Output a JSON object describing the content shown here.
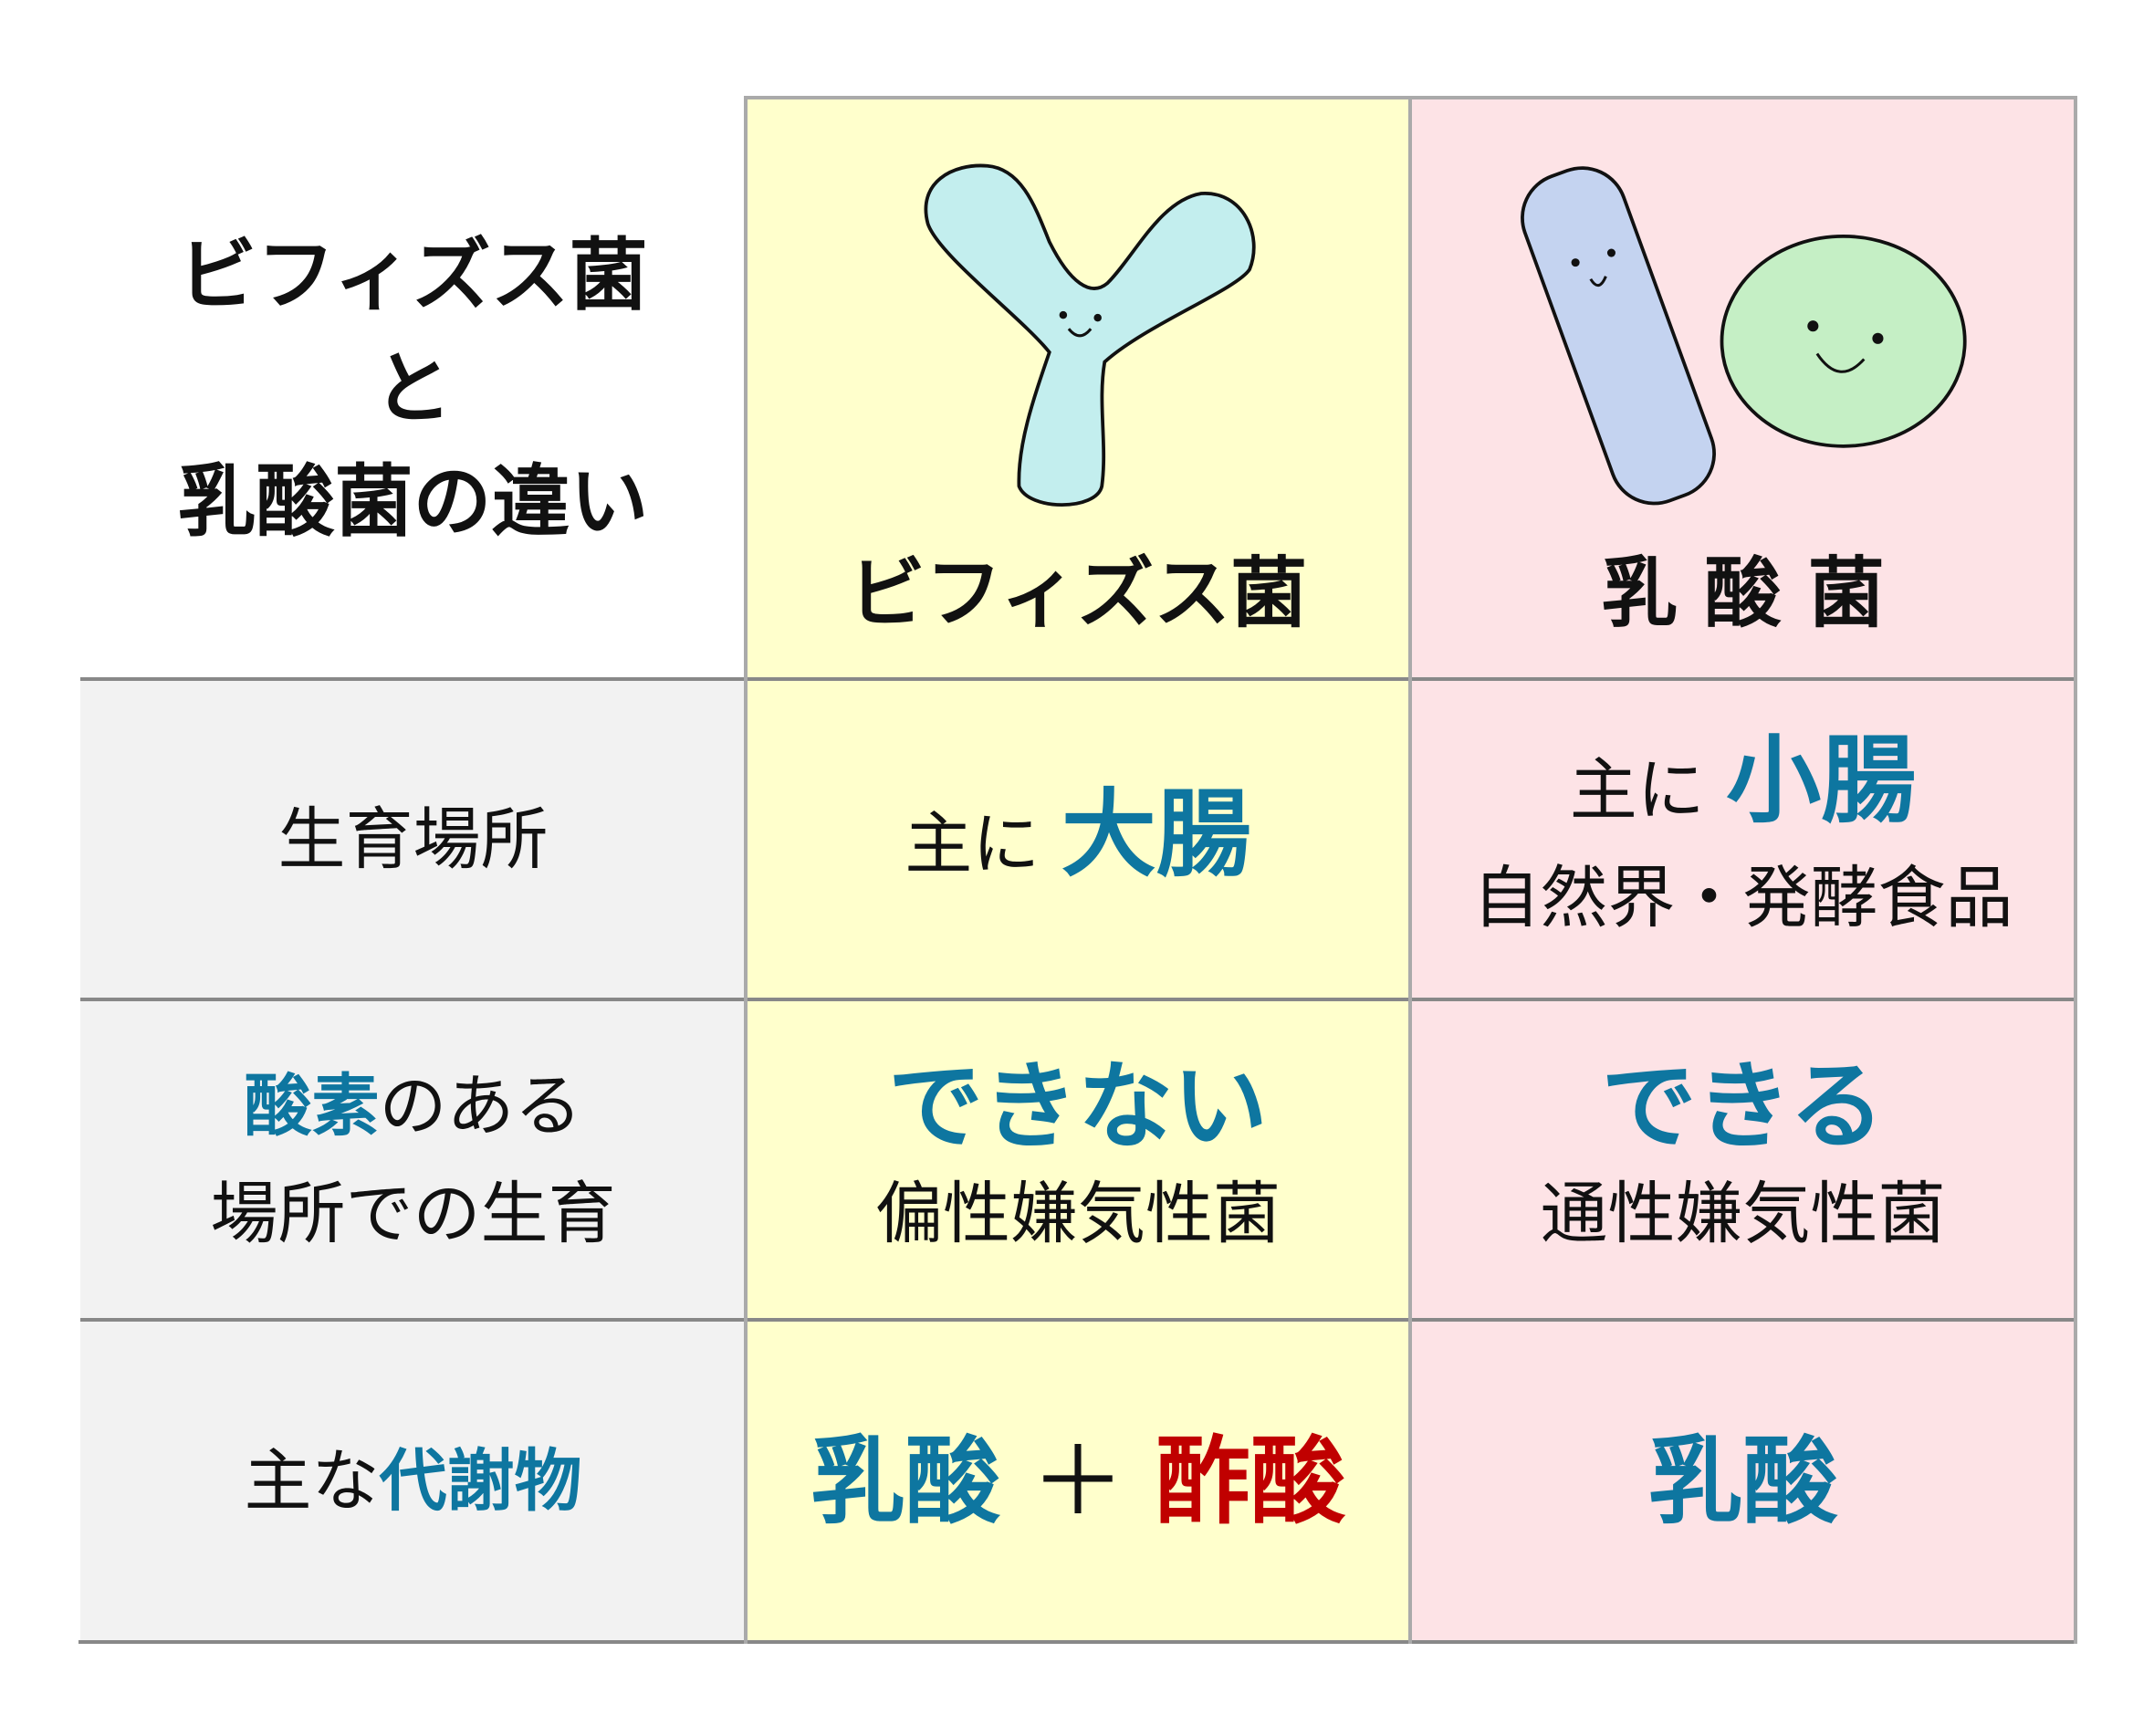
{
  "title": [
    "ビフィズス菌",
    "と",
    "乳酸菌の違い"
  ],
  "columns": {
    "bifido": "ビフィズス菌",
    "lacto": "乳 酸 菌"
  },
  "rows": [
    {
      "label": [
        "生育場所"
      ],
      "bifido": {
        "prefix": "主に ",
        "main": "大腸"
      },
      "lacto": {
        "prefix": "主に ",
        "main": "小腸",
        "sub": "自然界・発酵食品"
      }
    },
    {
      "label_hl": "酸素",
      "label_rest": "のある",
      "label2": "場所での生育",
      "bifido": {
        "main": "できない",
        "sub": "偏性嫌気性菌"
      },
      "lacto": {
        "main": "できる",
        "sub": "通性嫌気性菌"
      }
    },
    {
      "label_pre": "主な",
      "label_hl": "代謝物",
      "bifido": {
        "a": "乳酸",
        "plus": "＋",
        "b": "酢酸"
      },
      "lacto": {
        "main": "乳酸"
      }
    }
  ],
  "colors": {
    "blue": "#0e76a0",
    "red": "#c00000",
    "yellow": "#ffffcc",
    "pink": "#fde3e6",
    "gray": "#f2f2f2"
  }
}
